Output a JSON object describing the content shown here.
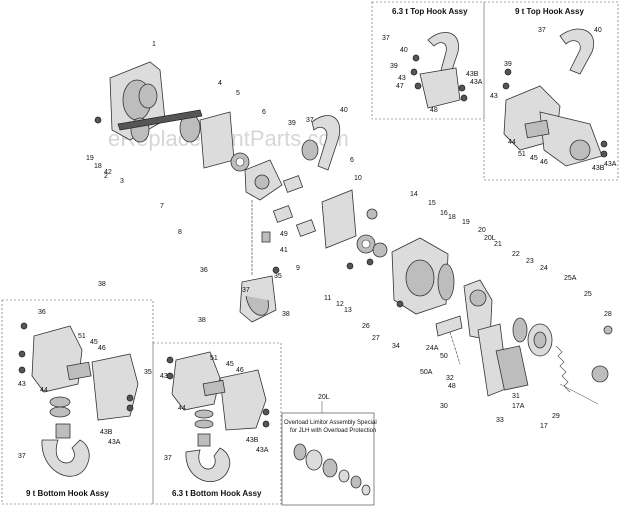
{
  "watermark": "eReplacementParts.com",
  "boxes": {
    "top_hook_63": "6.3 t Top Hook Assy",
    "top_hook_9": "9 t Top Hook Assy",
    "bottom_hook_9": "9 t  Bottom Hook Assy",
    "bottom_hook_63": "6.3 t Bottom Hook Assy",
    "overload_callout": "20L",
    "overload_note_line1": "Overload Limitor Assembly Special",
    "overload_note_line2": "for JLH with Overload Protection"
  },
  "callouts": {
    "main": [
      "1",
      "2",
      "3",
      "4",
      "5",
      "6",
      "37",
      "40",
      "39",
      "19",
      "18",
      "42",
      "7",
      "6",
      "8",
      "49",
      "41",
      "9",
      "36",
      "35",
      "37",
      "38",
      "10",
      "11",
      "12",
      "13",
      "14",
      "15",
      "16",
      "18",
      "19",
      "20",
      "20L",
      "21",
      "22",
      "23",
      "24",
      "25A",
      "25",
      "26",
      "27",
      "28",
      "29",
      "17",
      "17A",
      "31",
      "30",
      "32",
      "33",
      "34",
      "24A",
      "50",
      "50A",
      "48"
    ],
    "top63": [
      "37",
      "40",
      "39",
      "43",
      "47",
      "43B",
      "43A",
      "48"
    ],
    "top9": [
      "37",
      "40",
      "39",
      "43",
      "44",
      "51",
      "45",
      "46",
      "43B",
      "43A"
    ],
    "bottom9": [
      "38",
      "36",
      "51",
      "45",
      "46",
      "43",
      "44",
      "35",
      "43B",
      "43A",
      "37"
    ],
    "bottom63": [
      "38",
      "51",
      "45",
      "46",
      "43",
      "44",
      "43B",
      "43A",
      "37"
    ]
  }
}
